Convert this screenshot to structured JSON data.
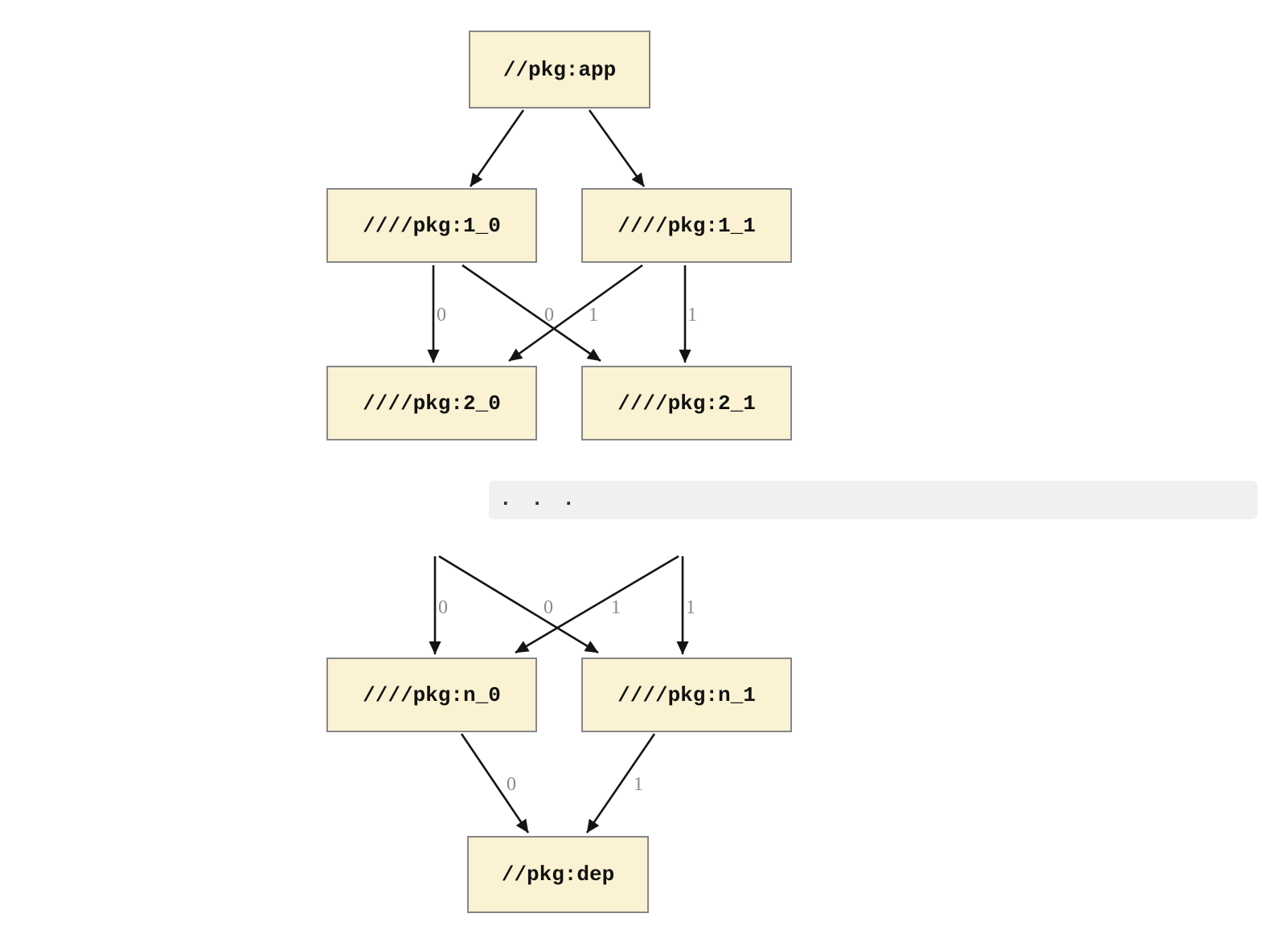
{
  "graph": {
    "type": "dependency-graph",
    "ellipsis": ". . .",
    "nodes": [
      {
        "id": "app",
        "label": "//pkg:app"
      },
      {
        "id": "1_0",
        "label": "////pkg:1_0"
      },
      {
        "id": "1_1",
        "label": "////pkg:1_1"
      },
      {
        "id": "2_0",
        "label": "////pkg:2_0"
      },
      {
        "id": "2_1",
        "label": "////pkg:2_1"
      },
      {
        "id": "n_0",
        "label": "////pkg:n_0"
      },
      {
        "id": "n_1",
        "label": "////pkg:n_1"
      },
      {
        "id": "dep",
        "label": "//pkg:dep"
      }
    ],
    "edges": [
      {
        "from": "app",
        "to": "1_0",
        "label": ""
      },
      {
        "from": "app",
        "to": "1_1",
        "label": ""
      },
      {
        "from": "1_0",
        "to": "2_0",
        "label": "0"
      },
      {
        "from": "1_0",
        "to": "2_1",
        "label": "0"
      },
      {
        "from": "1_1",
        "to": "2_0",
        "label": "1"
      },
      {
        "from": "1_1",
        "to": "2_1",
        "label": "1"
      },
      {
        "from": "...",
        "to": "n_0",
        "label": "0"
      },
      {
        "from": "...",
        "to": "n_1",
        "label": "0"
      },
      {
        "from": "...",
        "to": "n_0",
        "label": "1"
      },
      {
        "from": "...",
        "to": "n_1",
        "label": "1"
      },
      {
        "from": "n_0",
        "to": "dep",
        "label": "0"
      },
      {
        "from": "n_1",
        "to": "dep",
        "label": "1"
      }
    ],
    "colors": {
      "page_bg": "#ffffff",
      "node_fill": "#fbf2d3",
      "node_border": "#868686",
      "node_text": "#111111",
      "edge_stroke": "#141414",
      "edge_label": "#8a8a8a",
      "band_bg": "#f0f0f0",
      "band_text": "#2f2f2f"
    }
  }
}
